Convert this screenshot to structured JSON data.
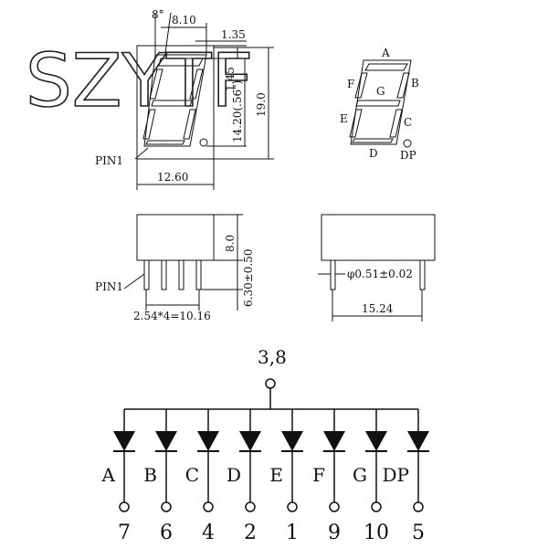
{
  "watermark": "SZYTF",
  "front_view": {
    "angle": "8°",
    "width_top": "8.10",
    "seg_thickness": "1.35",
    "digit_offset": "1.45",
    "digit_height": "14.20(.56\")",
    "total_height": "19.0",
    "width_bottom": "12.60",
    "pin1": "PIN1"
  },
  "segment_map": {
    "labels": {
      "a": "A",
      "b": "B",
      "c": "C",
      "d": "D",
      "e": "E",
      "f": "F",
      "g": "G",
      "dp": "DP"
    }
  },
  "side_view": {
    "height": "8.0",
    "pin_length": "6.30±0.50",
    "pin_pitch": "2.54*4=10.16",
    "pin1": "PIN1"
  },
  "end_view": {
    "pin_diameter": "φ0.51±0.02",
    "row_spacing": "15.24"
  },
  "schematic": {
    "common_pins": "3,8",
    "segments": [
      {
        "label": "A",
        "pin": "7"
      },
      {
        "label": "B",
        "pin": "6"
      },
      {
        "label": "C",
        "pin": "4"
      },
      {
        "label": "D",
        "pin": "2"
      },
      {
        "label": "E",
        "pin": "1"
      },
      {
        "label": "F",
        "pin": "9"
      },
      {
        "label": "G",
        "pin": "10"
      },
      {
        "label": "DP",
        "pin": "5"
      }
    ]
  }
}
